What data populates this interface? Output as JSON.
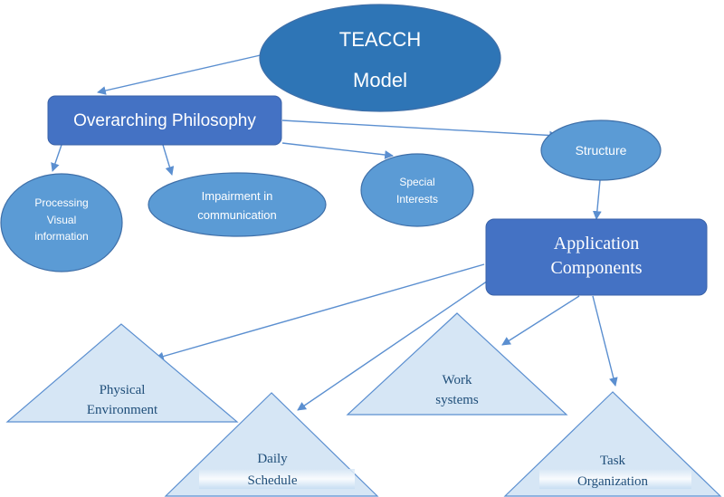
{
  "colors": {
    "title_ellipse": "#2e75b6",
    "box": "#4472c4",
    "ellipse": "#5b9bd5",
    "triangle_fill": "#d6e6f5",
    "triangle_stroke": "#5b8fd0",
    "arrow": "#5b8fd0"
  },
  "nodes": {
    "title": {
      "line1": "TEACCH",
      "line2": "Model"
    },
    "philosophy": {
      "label": "Overarching Philosophy"
    },
    "processing": {
      "line1": "Processing",
      "line2": "Visual",
      "line3": "information"
    },
    "impairment": {
      "line1": "Impairment in",
      "line2": "communication"
    },
    "special": {
      "line1": "Special",
      "line2": "Interests"
    },
    "structure": {
      "label": "Structure"
    },
    "application": {
      "line1": "Application",
      "line2": "Components"
    },
    "physical": {
      "line1": "Physical",
      "line2": "Environment"
    },
    "daily": {
      "line1": "Daily",
      "line2": "Schedule"
    },
    "work": {
      "line1": "Work",
      "line2": "systems"
    },
    "task": {
      "line1": "Task",
      "line2": "Organization"
    }
  }
}
